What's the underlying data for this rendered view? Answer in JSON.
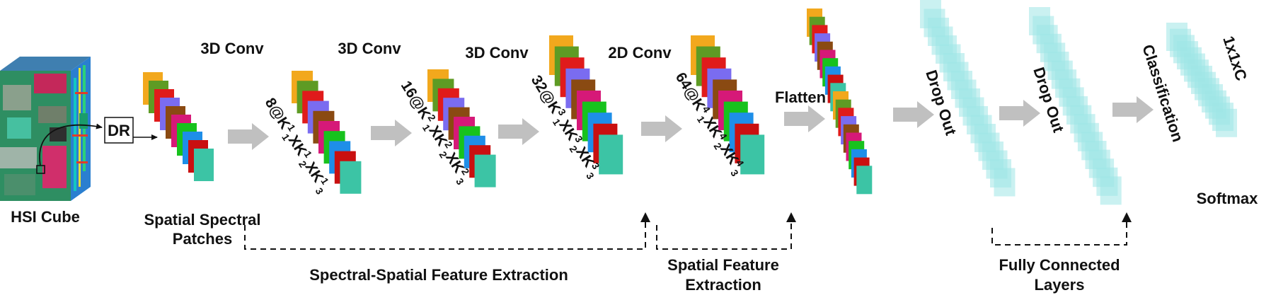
{
  "labels": {
    "hsi_cube": "HSI Cube",
    "dr": "DR",
    "spatial_spectral_patches": [
      "Spatial Spectral",
      "Patches"
    ],
    "conv1": "3D Conv",
    "conv2": "3D Conv",
    "conv3": "3D Conv",
    "conv4": "2D Conv",
    "flatten": "Flatten",
    "dropout1": "Drop Out",
    "dropout2": "Drop Out",
    "classification": "Classification",
    "output_shape": "1x1xC",
    "softmax": "Softmax",
    "spectral_spatial_fe": "Spectral-Spatial Feature Extraction",
    "spatial_fe": [
      "Spatial Feature",
      "Extraction"
    ],
    "fully_connected": [
      "Fully Connected",
      "Layers"
    ]
  },
  "kernels": [
    {
      "count": "8@",
      "k1": "1",
      "k2": "1",
      "k3": "1",
      "s1": "1",
      "s2": "2",
      "s3": "3"
    },
    {
      "count": "16@",
      "k1": "2",
      "k2": "2",
      "k3": "2",
      "s1": "1",
      "s2": "2",
      "s3": "3"
    },
    {
      "count": "32@",
      "k1": "3",
      "k2": "3",
      "k3": "3",
      "s1": "1",
      "s2": "2",
      "s3": "3"
    },
    {
      "count": "64@",
      "k1": "4",
      "k2": "4",
      "k3": "4",
      "s1": "1",
      "s2": "2",
      "s3": "3"
    }
  ],
  "colors": {
    "stack": [
      "#f2a81d",
      "#5e9b24",
      "#e01b1b",
      "#7a6cf0",
      "#8a4a12",
      "#d61978",
      "#17c21d",
      "#1e8ee8",
      "#c91010",
      "#3cc4a5"
    ],
    "dropout_square": "#9fe6e6",
    "arrow_gray": "#c0c0c0",
    "text": "#111111"
  }
}
